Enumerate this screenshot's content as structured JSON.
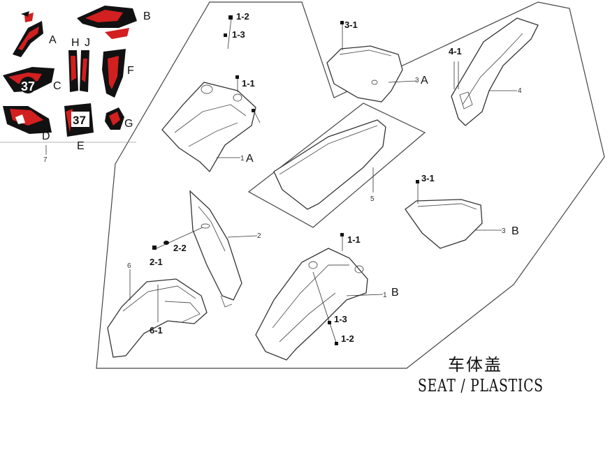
{
  "title": {
    "chinese": "车体盖",
    "english": "SEAT / PLASTICS"
  },
  "decal_inset": {
    "letters": [
      "A",
      "B",
      "C",
      "D",
      "E",
      "F",
      "G",
      "H",
      "J"
    ],
    "number_plate": "37",
    "ref_number": "7"
  },
  "labels": {
    "p1_2_top": "1-2",
    "p1_3_top": "1-3",
    "p1_1_top": "1-1",
    "p1_num_a": "1",
    "p1_letter_a": "A",
    "p3_1_top": "3-1",
    "p3_num_a": "3",
    "p3_letter_a": "A",
    "p4_1": "4-1",
    "p4": "4",
    "p5": "5",
    "p3_1_right": "3-1",
    "p3_num_b": "3",
    "p3_letter_b": "B",
    "p2": "2",
    "p2_2": "2-2",
    "p2_1": "2-1",
    "p6": "6",
    "p6_1": "6-1",
    "p1_1_bottom": "1-1",
    "p1_num_b": "1",
    "p1_letter_b": "B",
    "p1_3_bottom": "1-3",
    "p1_2_bottom": "1-2"
  },
  "colors": {
    "decal_red": "#d21f1f",
    "decal_black": "#111111",
    "line": "#333333"
  }
}
